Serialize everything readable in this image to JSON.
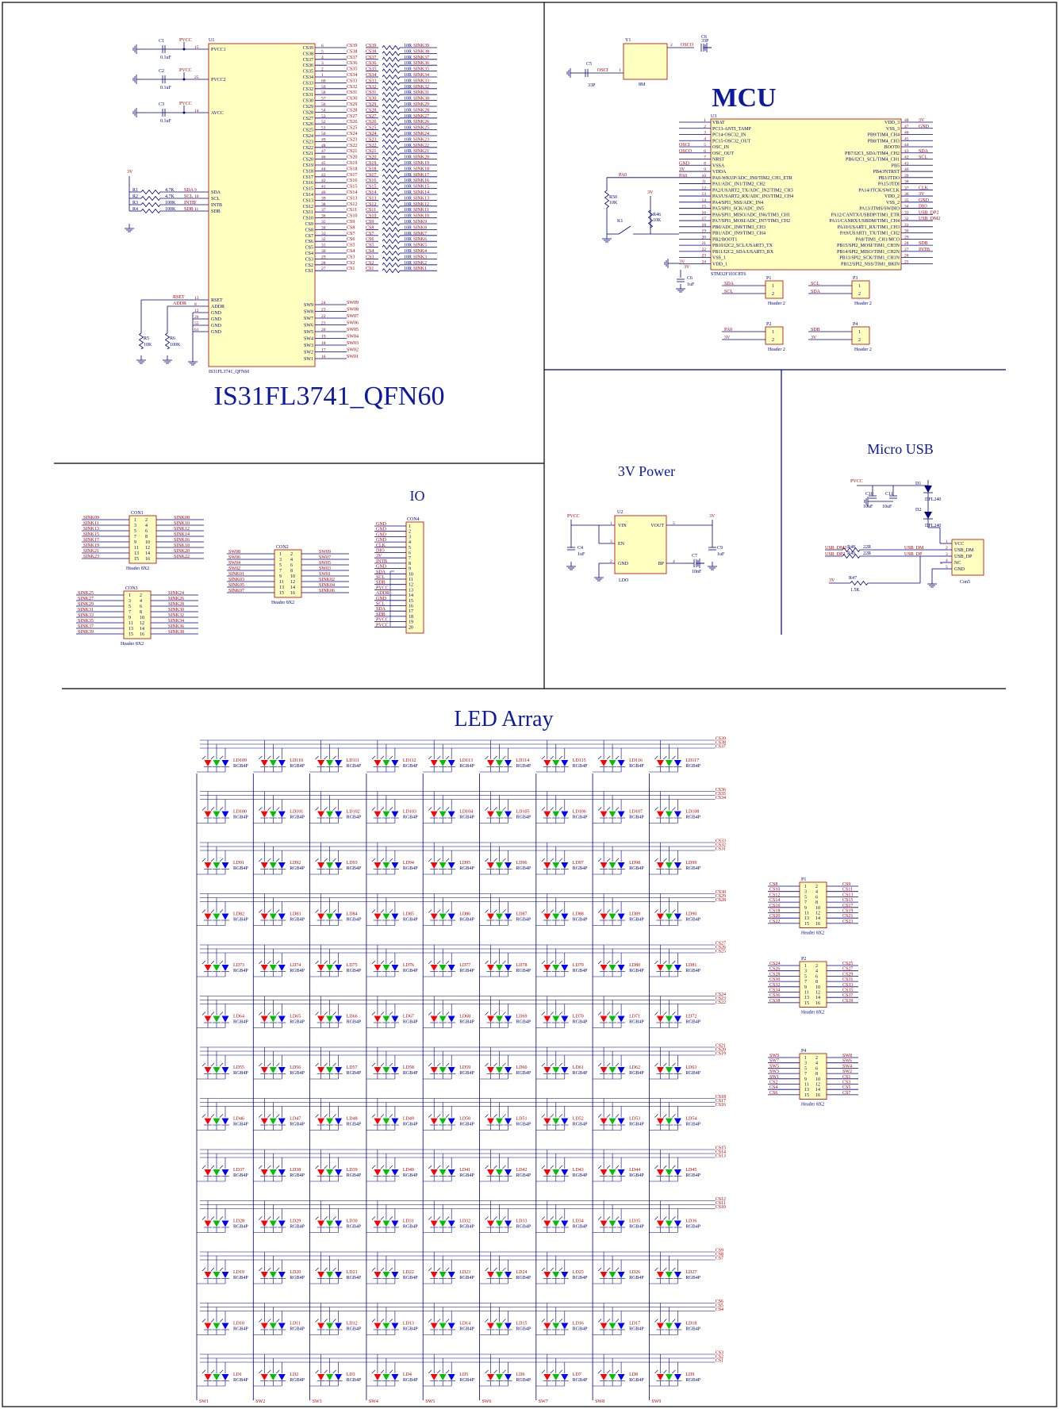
{
  "sections": {
    "driver_title": "IS31FL3741_QFN60",
    "mcu_title": "MCU",
    "io_title": "IO",
    "power_title": "3V Power",
    "usb_title": "Micro USB",
    "led_title": "LED Array"
  },
  "driver": {
    "designator": "U1",
    "part": "IS31FL3741_QFN60",
    "left_pins": [
      {
        "num": "15",
        "name": "PVCC1"
      },
      {
        "num": "25",
        "name": "PVCC2"
      },
      {
        "num": "14",
        "name": "AVCC"
      },
      {
        "num": "9",
        "name": "SDA"
      },
      {
        "num": "10",
        "name": "SCL"
      },
      {
        "num": "7",
        "name": "INTB"
      },
      {
        "num": "11",
        "name": "SDB"
      },
      {
        "num": "13",
        "name": "RSET"
      },
      {
        "num": "8",
        "name": "ADDR"
      },
      {
        "num": "12",
        "name": "GND"
      },
      {
        "num": "26",
        "name": "GND"
      },
      {
        "num": "55",
        "name": "GND"
      },
      {
        "num": "61",
        "name": "GND"
      }
    ],
    "caps": [
      {
        "ref": "C1",
        "value": "0.1uF",
        "net": "PVCC"
      },
      {
        "ref": "C2",
        "value": "0.1uF",
        "net": "PVCC"
      },
      {
        "ref": "C3",
        "value": "0.1uF",
        "net": "PVCC"
      }
    ],
    "pullups": [
      {
        "ref": "R1",
        "value": "4.7K",
        "net": "SDA"
      },
      {
        "ref": "R2",
        "value": "4.7K",
        "net": "SCL"
      },
      {
        "ref": "R3",
        "value": "100K",
        "net": "INTB"
      },
      {
        "ref": "R4",
        "value": "100K",
        "net": "SDB"
      }
    ],
    "pullup_supply": "3V",
    "bottom_resistors": [
      {
        "ref": "R5",
        "value": "10K",
        "net": "RSET"
      },
      {
        "ref": "R6",
        "value": "100K",
        "net": "ADDR"
      }
    ],
    "cs_pins": [
      "CS39",
      "CS38",
      "CS37",
      "CS36",
      "CS35",
      "CS34",
      "CS33",
      "CS32",
      "CS31",
      "CS30",
      "CS29",
      "CS28",
      "CS27",
      "CS26",
      "CS25",
      "CS24",
      "CS23",
      "CS22",
      "CS21",
      "CS20",
      "CS19",
      "CS18",
      "CS17",
      "CS16",
      "CS15",
      "CS14",
      "CS13",
      "CS12",
      "CS11",
      "CS10",
      "CS9",
      "CS8",
      "CS7",
      "CS6",
      "CS5",
      "CS4",
      "CS3",
      "CS2",
      "CS1"
    ],
    "cs_pin_numbers": [
      "6",
      "5",
      "4",
      "3",
      "2",
      "1",
      "60",
      "59",
      "58",
      "57",
      "56",
      "54",
      "53",
      "52",
      "51",
      "50",
      "49",
      "48",
      "47",
      "46",
      "45",
      "44",
      "43",
      "42",
      "41",
      "40",
      "39",
      "38",
      "37",
      "36",
      "35",
      "34",
      "33",
      "32",
      "31",
      "30",
      "29",
      "28",
      "27"
    ],
    "sink_value": "10R",
    "sink_nets": [
      "SINK39",
      "SINK38",
      "SINK37",
      "SINK36",
      "SINK35",
      "SINK34",
      "SINK33",
      "SINK32",
      "SINK31",
      "SINK30",
      "SINK29",
      "SINK28",
      "SINK27",
      "SINK26",
      "SINK25",
      "SINK24",
      "SINK23",
      "SINK22",
      "SINK21",
      "SINK20",
      "SINK19",
      "SINK18",
      "SINK17",
      "SINK16",
      "SINK15",
      "SINK14",
      "SINK13",
      "SINK12",
      "SINK11",
      "SINK10",
      "SINK9",
      "SINK8",
      "SINK7",
      "SINK6",
      "SINK5",
      "SINK4",
      "SINK3",
      "SINK2",
      "SINK1"
    ],
    "sw_pins": [
      "SW9",
      "SW8",
      "SW7",
      "SW6",
      "SW5",
      "SW4",
      "SW3",
      "SW2",
      "SW1"
    ],
    "sw_pin_numbers": [
      "24",
      "23",
      "22",
      "21",
      "20",
      "19",
      "18",
      "17",
      "16"
    ],
    "sw_nets": [
      "SW09",
      "SW08",
      "SW07",
      "SW06",
      "SW05",
      "SW04",
      "SW03",
      "SW02",
      "SW01"
    ]
  },
  "mcu": {
    "designator": "U3",
    "part": "STM32F103C8T6",
    "crystal": {
      "ref": "Y1",
      "value": "8M",
      "net_in": "OSCI",
      "net_out": "OSCO"
    },
    "crystal_caps": [
      {
        "ref": "C5",
        "value": "33P"
      },
      {
        "ref": "C6",
        "value": "33P"
      }
    ],
    "left_pins": [
      {
        "num": "1",
        "name": "VBAT",
        "net": ""
      },
      {
        "num": "2",
        "name": "PC13-ANTI_TAMP",
        "net": ""
      },
      {
        "num": "3",
        "name": "PC14-OSC32_IN",
        "net": ""
      },
      {
        "num": "4",
        "name": "PC15-OSC32_OUT",
        "net": ""
      },
      {
        "num": "5",
        "name": "OSC_IN",
        "net": "OSCI"
      },
      {
        "num": "6",
        "name": "OSC_OUT",
        "net": "OSCO"
      },
      {
        "num": "7",
        "name": "NRST",
        "net": ""
      },
      {
        "num": "8",
        "name": "VSSA",
        "net": "GND"
      },
      {
        "num": "9",
        "name": "VDDA",
        "net": "3V"
      },
      {
        "num": "10",
        "name": "PA0-WKUP/ADC_IN0/TIM2_CH1_ETR",
        "net": "PA0"
      },
      {
        "num": "11",
        "name": "PA1/ADC_IN1/TIM2_CH2",
        "net": ""
      },
      {
        "num": "12",
        "name": "PA2/USART2_TX/ADC_IN2/TIM2_CH3",
        "net": ""
      },
      {
        "num": "13",
        "name": "PA3/USART2_RX/ADC_IN3/TIM2_CH4",
        "net": ""
      },
      {
        "num": "14",
        "name": "PA4/SPI1_NSS/ADC_IN4",
        "net": ""
      },
      {
        "num": "15",
        "name": "PA5/SPI1_SCK/ADC_IN5",
        "net": ""
      },
      {
        "num": "16",
        "name": "PA6/SPI1_MISO/ADC_IN6/TIM3_CH1",
        "net": ""
      },
      {
        "num": "17",
        "name": "PA7/SPI1_MOSI/ADC_IN7/TIM3_CH2",
        "net": ""
      },
      {
        "num": "18",
        "name": "PB0/ADC_IN8/TIM3_CH3",
        "net": ""
      },
      {
        "num": "19",
        "name": "PB1/ADC_IN9/TIM3_CH4",
        "net": ""
      },
      {
        "num": "20",
        "name": "PB2/BOOT1",
        "net": ""
      },
      {
        "num": "21",
        "name": "PB10/I2C2_SCL/USART3_TX",
        "net": ""
      },
      {
        "num": "22",
        "name": "PB11/I2C2_SDA/USART3_RX",
        "net": ""
      },
      {
        "num": "23",
        "name": "VSS_1",
        "net": ""
      },
      {
        "num": "24",
        "name": "VDD_1",
        "net": "3V"
      }
    ],
    "right_pins": [
      {
        "num": "48",
        "name": "VDD_3",
        "net": "3V"
      },
      {
        "num": "47",
        "name": "VSS_3",
        "net": "GND"
      },
      {
        "num": "46",
        "name": "PB9/TIM4_CH4",
        "net": ""
      },
      {
        "num": "45",
        "name": "PB8/TIM4_CH3",
        "net": ""
      },
      {
        "num": "44",
        "name": "BOOT0",
        "net": ""
      },
      {
        "num": "43",
        "name": "PB7/I2C1_SDA/TIM4_CH2",
        "net": "SDA"
      },
      {
        "num": "42",
        "name": "PB6/I2C1_SCL/TIM4_CH1",
        "net": "SCL"
      },
      {
        "num": "41",
        "name": "PB5",
        "net": ""
      },
      {
        "num": "40",
        "name": "PB4/JNTRST",
        "net": ""
      },
      {
        "num": "39",
        "name": "PB3/JTDO",
        "net": ""
      },
      {
        "num": "38",
        "name": "PA15/JTDI",
        "net": ""
      },
      {
        "num": "37",
        "name": "PA14/JTCK/SWCLK",
        "net": "CLK"
      },
      {
        "num": "36",
        "name": "VDD_2",
        "net": "3V"
      },
      {
        "num": "35",
        "name": "VSS_2",
        "net": "GND"
      },
      {
        "num": "34",
        "name": "PA13/JTMS/SWDIO",
        "net": "DIO"
      },
      {
        "num": "33",
        "name": "PA12/CANTX/USBDP/TIM1_ETR",
        "net": "USB_DP2"
      },
      {
        "num": "32",
        "name": "PA11/CANRX/USBDM/TIM1_CH4",
        "net": "USB_DM2"
      },
      {
        "num": "31",
        "name": "PA10/USART1_RX/TIM1_CH3",
        "net": ""
      },
      {
        "num": "30",
        "name": "PA9/USART1_TX/TIM1_CH2",
        "net": ""
      },
      {
        "num": "29",
        "name": "PA8/TIM1_CH1/MCO",
        "net": ""
      },
      {
        "num": "28",
        "name": "PB15/SPI2_MOSI/TIM1_CH3N",
        "net": "SDB"
      },
      {
        "num": "27",
        "name": "PB14/SPI2_MISO/TIM1_CH2N",
        "net": "INTB"
      },
      {
        "num": "26",
        "name": "PB13/SPI2_SCK/TIM1_CH1N",
        "net": ""
      },
      {
        "num": "25",
        "name": "PB12/SPI2_NSS/TIM1_BKIN",
        "net": ""
      }
    ],
    "button": {
      "ref": "K1",
      "net": "PA0"
    },
    "button_resistors": [
      {
        "ref": "R50",
        "value": "10K"
      },
      {
        "ref": "R46",
        "value": "10K"
      }
    ],
    "decoupling": {
      "ref": "C6",
      "value": "1uF",
      "net": "3V"
    },
    "headers": [
      {
        "ref": "P1",
        "label": "Header 2",
        "pins": [
          "1",
          "2"
        ],
        "nets": [
          "SDA",
          "SCL"
        ]
      },
      {
        "ref": "P3",
        "label": "Header 2",
        "pins": [
          "1",
          "2"
        ],
        "nets": [
          "SCL",
          "SDA"
        ]
      },
      {
        "ref": "P2",
        "label": "Header 2",
        "pins": [
          "1",
          "2"
        ],
        "nets": [
          "PA0",
          "3V"
        ]
      },
      {
        "ref": "P4",
        "label": "Header 2",
        "pins": [
          "1",
          "2"
        ],
        "nets": [
          "SDB",
          "3V"
        ]
      }
    ]
  },
  "io": {
    "con1": {
      "ref": "CON1",
      "label": "Header 8X2",
      "left": [
        "SINK09",
        "SINK11",
        "SINK13",
        "SINK15",
        "SINK17",
        "SINK19",
        "SINK21",
        "SINK23"
      ],
      "right": [
        "SINK08",
        "SINK10",
        "SINK12",
        "SINK14",
        "SINK16",
        "SINK18",
        "SINK20",
        "SINK22"
      ],
      "nums_l": [
        "1",
        "3",
        "5",
        "7",
        "9",
        "11",
        "13",
        "15"
      ],
      "nums_r": [
        "2",
        "4",
        "6",
        "8",
        "10",
        "12",
        "14",
        "16"
      ]
    },
    "con2": {
      "ref": "CON2",
      "label": "Header 8X2",
      "left": [
        "SW08",
        "SW06",
        "SW04",
        "SW02",
        "SINK01",
        "SINK03",
        "SINK05",
        "SINK07"
      ],
      "right": [
        "SW09",
        "SW07",
        "SW05",
        "SW03",
        "SW01",
        "SINK02",
        "SINK04",
        "SINK06"
      ],
      "nums_l": [
        "1",
        "3",
        "5",
        "7",
        "9",
        "11",
        "13",
        "15"
      ],
      "nums_r": [
        "2",
        "4",
        "6",
        "8",
        "10",
        "12",
        "14",
        "16"
      ]
    },
    "con3": {
      "ref": "CON3",
      "label": "Header 8X2",
      "left": [
        "SINK25",
        "SINK27",
        "SINK29",
        "SINK31",
        "SINK33",
        "SINK35",
        "SINK37",
        "SINK39"
      ],
      "right": [
        "SINK24",
        "SINK26",
        "SINK28",
        "SINK30",
        "SINK32",
        "SINK34",
        "SINK36",
        "SINK38"
      ],
      "nums_l": [
        "1",
        "3",
        "5",
        "7",
        "9",
        "11",
        "13",
        "15"
      ],
      "nums_r": [
        "2",
        "4",
        "6",
        "8",
        "10",
        "12",
        "14",
        "16"
      ]
    },
    "con4": {
      "ref": "CON4",
      "nets": [
        "GND",
        "GND",
        "GND",
        "GND",
        "CLK",
        "DIO",
        "3V",
        "INTB",
        "GND",
        "SDA",
        "SCL",
        "SDB",
        "PVCC",
        "ADDR",
        "GND",
        "SCL",
        "SDA",
        "SDB",
        "PVCC",
        "PVCC"
      ],
      "nums": [
        "1",
        "2",
        "3",
        "4",
        "5",
        "6",
        "7",
        "8",
        "9",
        "10",
        "11",
        "12",
        "13",
        "14",
        "15",
        "16",
        "17",
        "18",
        "19",
        "20"
      ]
    }
  },
  "power": {
    "regulator": {
      "ref": "U2",
      "label": "LDO",
      "pins": [
        {
          "num": "1",
          "name": "VIN"
        },
        {
          "num": "3",
          "name": "EN"
        },
        {
          "num": "2",
          "name": "GND"
        },
        {
          "num": "5",
          "name": "VOUT"
        },
        {
          "num": "4",
          "name": "BP"
        }
      ]
    },
    "in_net": "PVCC",
    "out_net": "3V",
    "caps": [
      {
        "ref": "C4",
        "value": "1uF"
      },
      {
        "ref": "C7",
        "value": "10nF"
      },
      {
        "ref": "C9",
        "value": "1uF"
      }
    ]
  },
  "usb": {
    "connector": {
      "ref": "Con5",
      "pins": [
        {
          "num": "1",
          "name": "VCC"
        },
        {
          "num": "2",
          "name": "USB_DM"
        },
        {
          "num": "3",
          "name": "USB_DP"
        },
        {
          "num": "4",
          "name": "NC"
        },
        {
          "num": "5",
          "name": "GND"
        }
      ]
    },
    "diodes": [
      {
        "ref": "D1",
        "part": "DFL240"
      },
      {
        "ref": "D2",
        "part": "DFL240"
      }
    ],
    "caps": [
      {
        "ref": "C10",
        "value": "10uF"
      },
      {
        "ref": "C11",
        "value": "10uF"
      }
    ],
    "resistors": [
      {
        "ref": "R48",
        "value": "22R",
        "net": "USB_DM2"
      },
      {
        "ref": "R49",
        "value": "22R",
        "net": "USB_DP2"
      },
      {
        "ref": "R47",
        "value": "1.5K",
        "net": "3V"
      }
    ],
    "nets": {
      "vbus": "PVCC",
      "dm": "USB_DM",
      "dp": "USB_DP"
    }
  },
  "led_array": {
    "part": "RGB4P",
    "rows": [
      {
        "first": 109,
        "cs": [
          "CS39",
          "CS38",
          "CS37"
        ]
      },
      {
        "first": 100,
        "cs": [
          "CS36",
          "CS35",
          "CS34"
        ]
      },
      {
        "first": 91,
        "cs": [
          "CS33",
          "CS32",
          "CS31"
        ]
      },
      {
        "first": 82,
        "cs": [
          "CS30",
          "CS29",
          "CS28"
        ]
      },
      {
        "first": 73,
        "cs": [
          "CS27",
          "CS26",
          "CS25"
        ]
      },
      {
        "first": 64,
        "cs": [
          "CS24",
          "CS23",
          "CS22"
        ]
      },
      {
        "first": 55,
        "cs": [
          "CS21",
          "CS20",
          "CS19"
        ]
      },
      {
        "first": 46,
        "cs": [
          "CS18",
          "CS17",
          "CS16"
        ]
      },
      {
        "first": 37,
        "cs": [
          "CS15",
          "CS14",
          "CS13"
        ]
      },
      {
        "first": 28,
        "cs": [
          "CS12",
          "CS11",
          "CS10"
        ]
      },
      {
        "first": 19,
        "cs": [
          "CS9",
          "CS8",
          "CS7"
        ]
      },
      {
        "first": 10,
        "cs": [
          "CS6",
          "CS5",
          "CS4"
        ]
      },
      {
        "first": 1,
        "cs": [
          "CS3",
          "CS2",
          "CS1"
        ]
      }
    ],
    "columns": [
      "SW1",
      "SW2",
      "SW3",
      "SW4",
      "SW5",
      "SW6",
      "SW7",
      "SW8",
      "SW9"
    ],
    "headers": [
      {
        "ref": "P1",
        "label": "Header 8X2",
        "left": [
          "CS8",
          "CS10",
          "CS12",
          "CS14",
          "CS16",
          "CS18",
          "CS20",
          "CS22"
        ],
        "right": [
          "CS9",
          "CS11",
          "CS13",
          "CS15",
          "CS17",
          "CS19",
          "CS21",
          "CS23"
        ]
      },
      {
        "ref": "P2",
        "label": "Header 8X2",
        "left": [
          "CS24",
          "CS26",
          "CS28",
          "CS30",
          "CS32",
          "CS34",
          "CS36",
          "CS38"
        ],
        "right": [
          "CS25",
          "CS27",
          "CS29",
          "CS31",
          "CS33",
          "CS35",
          "CS37",
          "CS39"
        ]
      },
      {
        "ref": "P4",
        "label": "Header 8X2",
        "left": [
          "SW9",
          "SW7",
          "SW5",
          "SW3",
          "SW1",
          "CS2",
          "CS4",
          "CS6"
        ],
        "right": [
          "SW8",
          "SW6",
          "SW4",
          "SW2",
          "CS1",
          "CS3",
          "CS5",
          "CS7"
        ]
      }
    ],
    "header_nums_l": [
      "1",
      "3",
      "5",
      "7",
      "9",
      "11",
      "13",
      "15"
    ],
    "header_nums_r": [
      "2",
      "4",
      "6",
      "8",
      "10",
      "12",
      "14",
      "16"
    ]
  },
  "colors": {
    "wire": "#000080",
    "net": "#b00000",
    "part_fill": "#ffffc0",
    "title": "#0b1aa0",
    "led_red": "#ff0000",
    "led_green": "#00c000",
    "led_blue": "#0000ff"
  }
}
